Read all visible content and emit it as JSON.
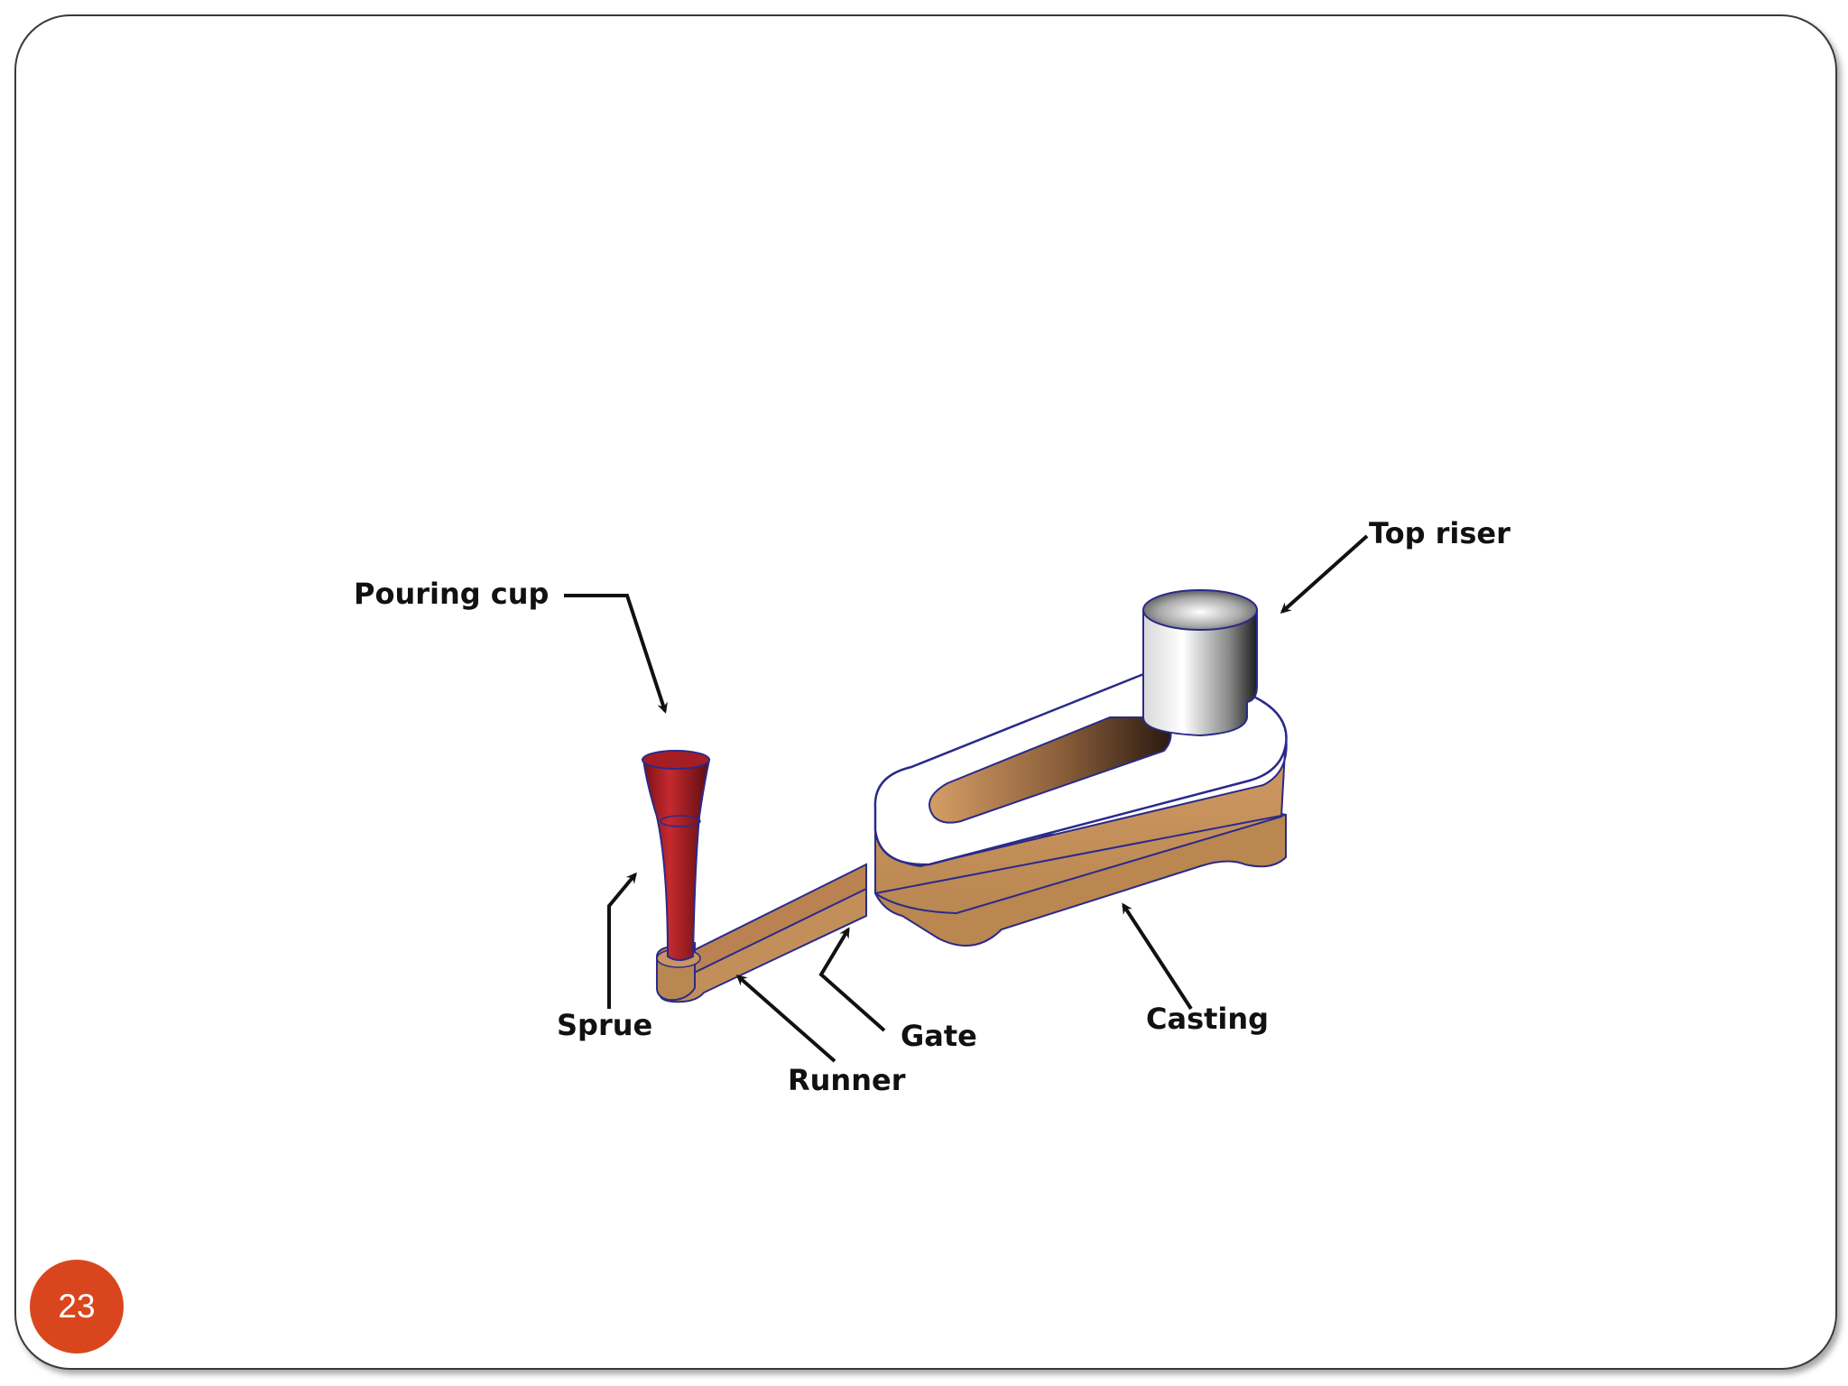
{
  "diagram": {
    "labels": {
      "pouring_cup": "Pouring cup",
      "top_riser": "Top riser",
      "sprue": "Sprue",
      "runner": "Runner",
      "gate": "Gate",
      "casting": "Casting"
    }
  },
  "slide": {
    "page_number": "23"
  },
  "colors": {
    "casting_body": "#c89060",
    "sprue": "#a51e24",
    "badge": "#d9461d",
    "outline": "#2a2a8a"
  }
}
